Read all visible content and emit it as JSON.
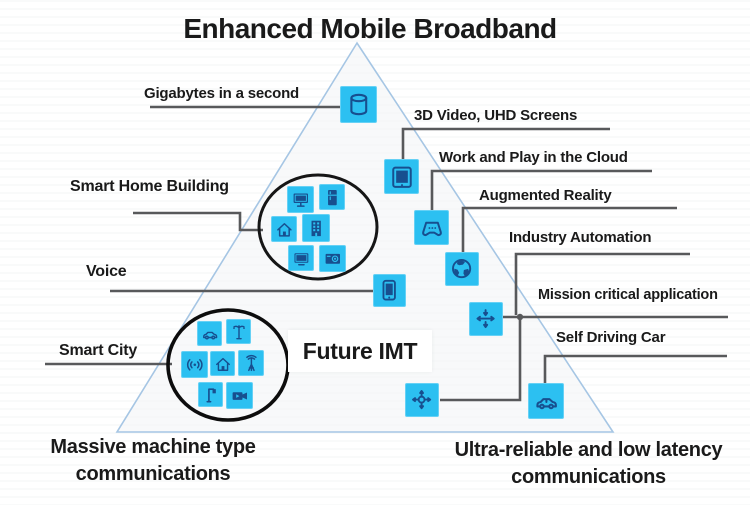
{
  "title": "Enhanced Mobile Broadband",
  "center_label": "Future IMT",
  "left_labels": {
    "gigabytes": "Gigabytes in a second",
    "smart_home": "Smart Home Building",
    "voice": "Voice",
    "smart_city": "Smart City"
  },
  "right_labels": {
    "video_3d": "3D Video, UHD Screens",
    "cloud": "Work and Play in the Cloud",
    "augmented_reality": "Augmented Reality",
    "industry_automation": "Industry Automation",
    "mission_critical": "Mission critical application",
    "self_driving": "Self Driving Car"
  },
  "bottom_labels": {
    "massive_line1": "Massive machine type",
    "massive_line2": "communications",
    "ultra_line1": "Ultra-reliable and low latency",
    "ultra_line2": "communications"
  },
  "icons": {
    "gigabytes": "database-icon",
    "voice": "smartphone-icon",
    "video_3d": "screen-icon",
    "cloud": "gamepad-icon",
    "augmented_reality": "globe-icon",
    "industry_automation": "crossroad-arrows-icon",
    "mission_critical": "hub-arrows-icon",
    "self_driving": "car-icon",
    "smart_home_cluster": [
      "monitor-icon",
      "fridge-icon",
      "house-icon",
      "building-icon",
      "tv-icon",
      "appliance-camera-icon"
    ],
    "smart_city_cluster": [
      "car-icon",
      "street-signal-icon",
      "broadcast-icon",
      "house-icon",
      "antenna-icon",
      "street-lamp-icon",
      "video-camera-icon"
    ]
  },
  "colors": {
    "icon_bg": "#2CC0F1",
    "icon_glyph": "#174F8F",
    "connector_line": "#58595B",
    "triangle_stroke": "#A6C6E4",
    "cluster_circle": "#161616",
    "text": "#1A1A1A",
    "background": "#FFFFFF"
  }
}
